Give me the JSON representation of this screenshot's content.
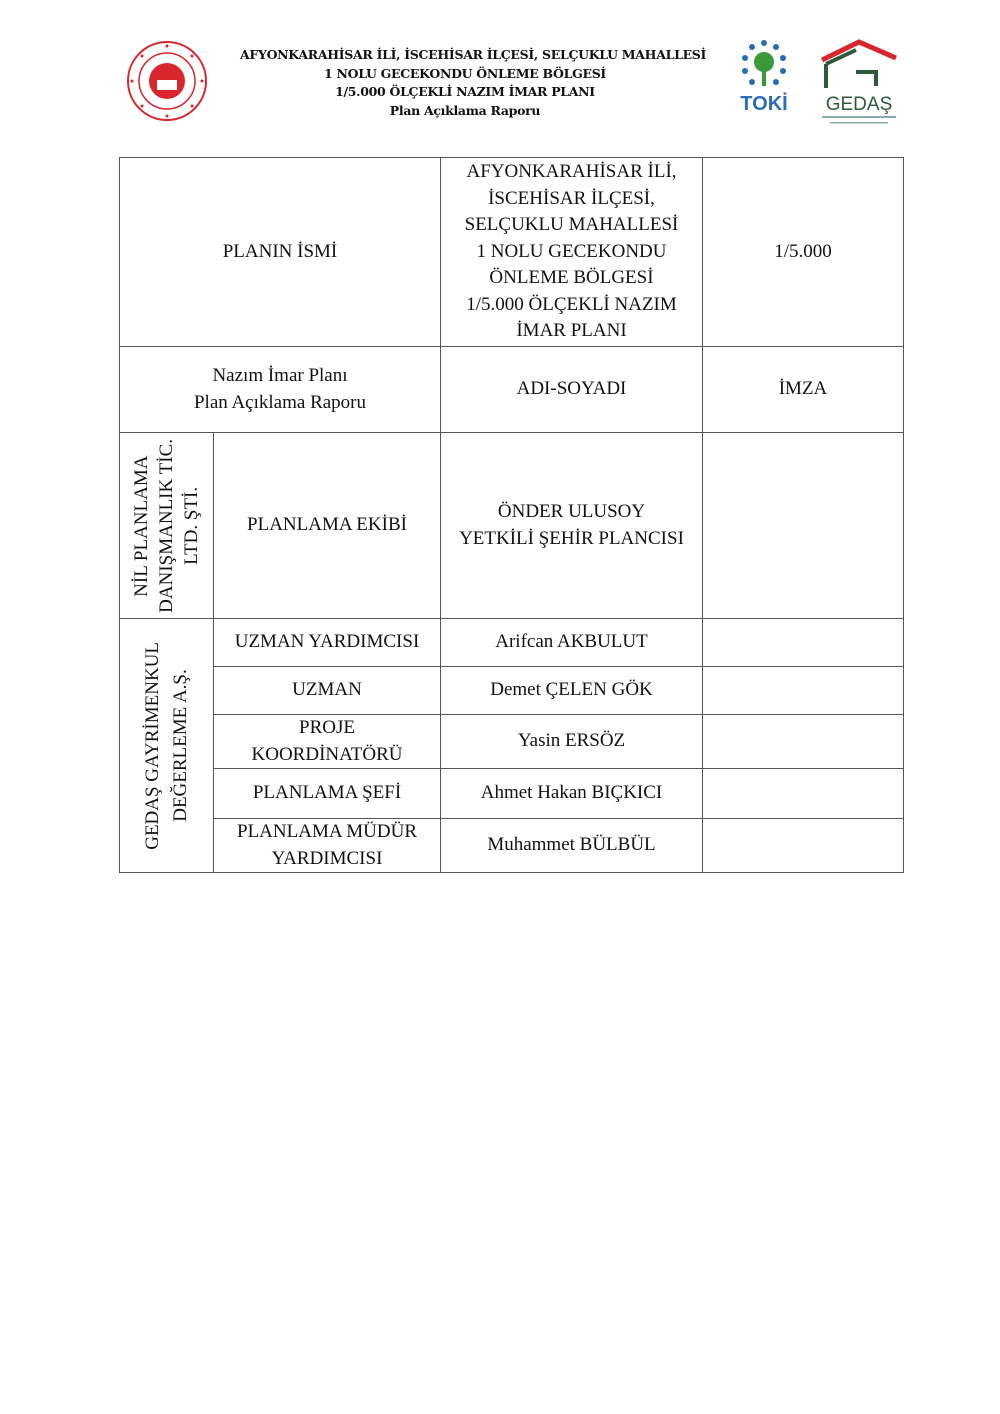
{
  "header": {
    "lines": [
      "AFYONKARAHİSAR İLİ, İSCEHİSAR İLÇESİ, SELÇUKLU MAHALLESİ",
      "1 NOLU GECEKONDU ÖNLEME BÖLGESİ",
      "1/5.000 ÖLÇEKLİ NAZIM İMAR PLANI",
      "Plan Açıklama Raporu"
    ],
    "logos": {
      "left": "ministry-seal",
      "toki": "TOKİ",
      "gedas": "GEDAŞ"
    }
  },
  "table": {
    "plan_name_label": "PLANIN İSMİ",
    "plan_name_lines": [
      "AFYONKARAHİSAR İLİ,",
      "İSCEHİSAR İLÇESİ,",
      "SELÇUKLU MAHALLESİ",
      "1 NOLU GECEKONDU",
      "ÖNLEME BÖLGESİ",
      "1/5.000 ÖLÇEKLİ NAZIM",
      "İMAR PLANI"
    ],
    "scale": "1/5.000",
    "report_lines": [
      "Nazım İmar Planı",
      "Plan Açıklama Raporu"
    ],
    "col_name": "ADI-SOYADI",
    "col_sign": "İMZA",
    "company1_lines": [
      "NİL PLANLAMA",
      "DANIŞMANLIK TİC.",
      "LTD. ŞTİ."
    ],
    "team_label": "PLANLAMA EKİBİ",
    "team_lines": [
      "ÖNDER ULUSOY",
      "YETKİLİ ŞEHİR PLANCISI"
    ],
    "company2_lines": [
      "GEDAŞ GAYRİMENKUL",
      "DEĞERLEME A.Ş."
    ],
    "rows": [
      {
        "role": [
          "UZMAN YARDIMCISI"
        ],
        "name": "Arifcan AKBULUT"
      },
      {
        "role": [
          "UZMAN"
        ],
        "name": "Demet ÇELEN GÖK"
      },
      {
        "role": [
          "PROJE",
          "KOORDİNATÖRÜ"
        ],
        "name": "Yasin ERSÖZ"
      },
      {
        "role": [
          "PLANLAMA ŞEFİ"
        ],
        "name": "Ahmet Hakan BIÇKICI"
      },
      {
        "role": [
          "PLANLAMA MÜDÜR",
          "YARDIMCISI"
        ],
        "name": "Muhammet BÜLBÜL"
      }
    ]
  }
}
